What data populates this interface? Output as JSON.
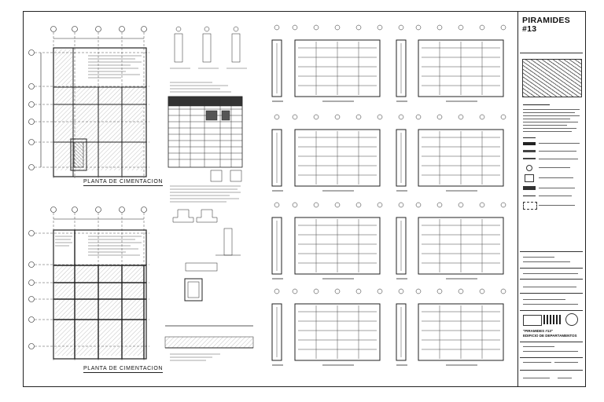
{
  "title_block": {
    "project_name": "PIRAMIDES",
    "project_number": "#13",
    "sheet_project_title": "\"PIRAMIDES #13\"",
    "sheet_project_subtitle": "EDIFICIO DE DEPARTAMENTOS"
  },
  "plans": [
    {
      "title": "PLANTA DE CIMENTACION"
    },
    {
      "title": "PLANTA DE CIMENTACION"
    }
  ],
  "icons": [
    "grid-bubble-icon",
    "north-arrow-icon",
    "section-marker-icon"
  ]
}
